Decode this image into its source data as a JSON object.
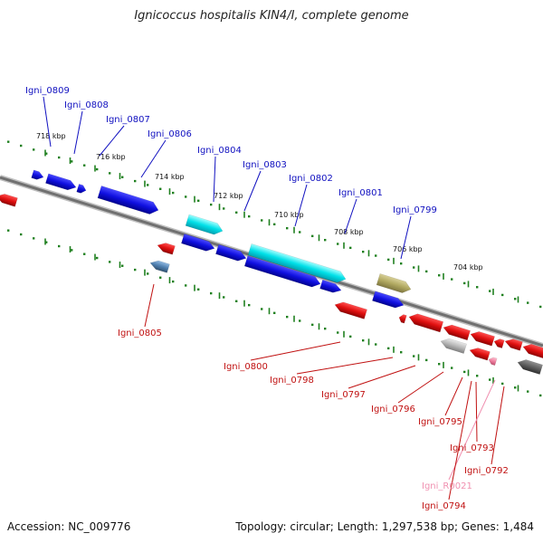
{
  "header": {
    "title": "Ignicoccus hospitalis KIN4/I, complete genome"
  },
  "footer": {
    "accession": "Accession: NC_009776",
    "summary": "Topology: circular; Length: 1,297,538 bp; Genes: 1,484"
  },
  "colors": {
    "forward_gene": "#1010e0",
    "reverse_gene": "#e01010",
    "highlight_cyan": "#00e0e8",
    "olive": "#b0a860",
    "steel": "#5080b0",
    "grey": "#b8b8b8",
    "dark_grey": "#606060",
    "pink": "#f080a0",
    "ticks": "#208020",
    "backbone": "#808080"
  },
  "scale_labels": [
    "718 kbp",
    "716 kbp",
    "714 kbp",
    "712 kbp",
    "710 kbp",
    "708 kbp",
    "706 kbp",
    "704 kbp"
  ],
  "forward_labels": [
    "Igni_0809",
    "Igni_0808",
    "Igni_0807",
    "Igni_0806",
    "Igni_0804",
    "Igni_0803",
    "Igni_0802",
    "Igni_0801",
    "Igni_0799"
  ],
  "reverse_labels": [
    "Igni_0805",
    "Igni_0800",
    "Igni_0798",
    "Igni_0797",
    "Igni_0796",
    "Igni_0795",
    "Igni_0793",
    "Igni_0792",
    "Igni_R0021",
    "Igni_0794"
  ]
}
